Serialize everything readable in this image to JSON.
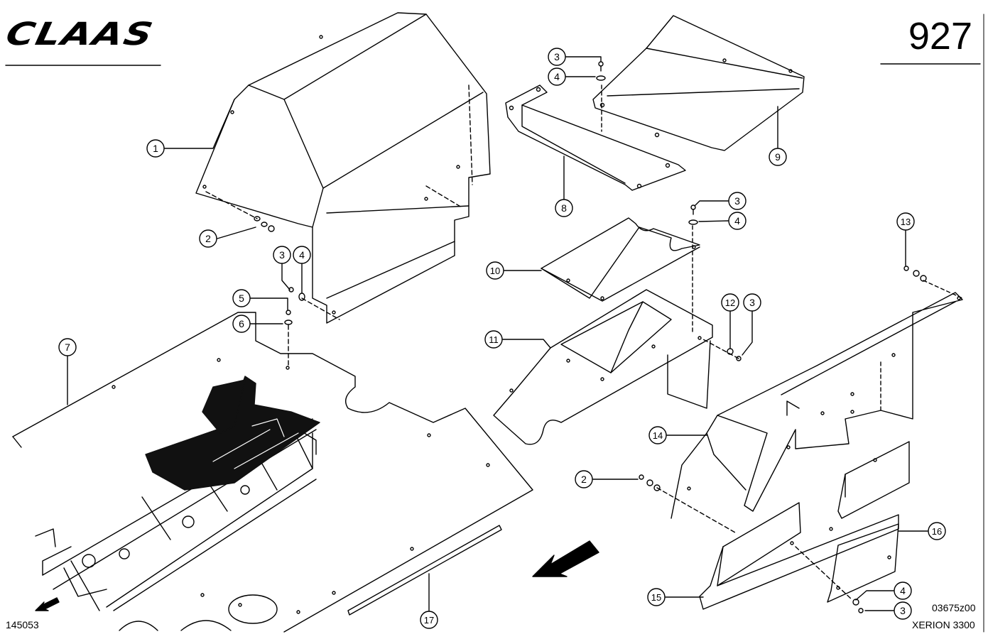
{
  "header": {
    "brand": "CLAAS",
    "sheet_number": "927"
  },
  "footer": {
    "left_code": "145053",
    "drawing_code": "03675z00",
    "model": "XERION 3300"
  },
  "callouts": [
    {
      "label": "1"
    },
    {
      "label": "2"
    },
    {
      "label": "3"
    },
    {
      "label": "4"
    },
    {
      "label": "5"
    },
    {
      "label": "6"
    },
    {
      "label": "7"
    },
    {
      "label": "3"
    },
    {
      "label": "4"
    },
    {
      "label": "8"
    },
    {
      "label": "9"
    },
    {
      "label": "3"
    },
    {
      "label": "4"
    },
    {
      "label": "10"
    },
    {
      "label": "11"
    },
    {
      "label": "12"
    },
    {
      "label": "3"
    },
    {
      "label": "13"
    },
    {
      "label": "14"
    },
    {
      "label": "2"
    },
    {
      "label": "15"
    },
    {
      "label": "16"
    },
    {
      "label": "4"
    },
    {
      "label": "3"
    },
    {
      "label": "17"
    }
  ],
  "colors": {
    "ink": "#000000",
    "paper": "#ffffff",
    "shade": "#111111"
  }
}
